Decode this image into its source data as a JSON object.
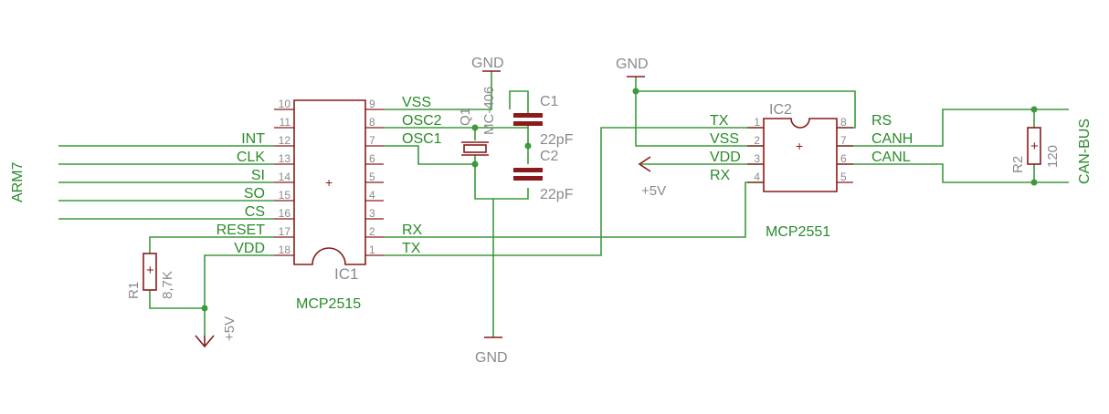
{
  "nets": {
    "arm7": "ARM7",
    "can_bus": "CAN-BUS",
    "plus5v_a": "+5V",
    "plus5v_b": "+5V",
    "gnd_top": "GND",
    "gnd_bottom": "GND",
    "gnd_ic2": "GND"
  },
  "ic1": {
    "name": "IC1",
    "value": "MCP2515",
    "left_pins": [
      {
        "num": "10",
        "label": ""
      },
      {
        "num": "11",
        "label": ""
      },
      {
        "num": "12",
        "label": "INT"
      },
      {
        "num": "13",
        "label": "CLK"
      },
      {
        "num": "14",
        "label": "SI"
      },
      {
        "num": "15",
        "label": "SO"
      },
      {
        "num": "16",
        "label": "CS"
      },
      {
        "num": "17",
        "label": "RESET"
      },
      {
        "num": "18",
        "label": "VDD"
      }
    ],
    "right_pins": [
      {
        "num": "9",
        "label": "VSS"
      },
      {
        "num": "8",
        "label": "OSC2"
      },
      {
        "num": "7",
        "label": "OSC1"
      },
      {
        "num": "6",
        "label": ""
      },
      {
        "num": "5",
        "label": ""
      },
      {
        "num": "4",
        "label": ""
      },
      {
        "num": "3",
        "label": ""
      },
      {
        "num": "2",
        "label": "RX"
      },
      {
        "num": "1",
        "label": "TX"
      }
    ]
  },
  "ic2": {
    "name": "IC2",
    "value": "MCP2551",
    "left_pins": [
      {
        "num": "1",
        "label": "TX"
      },
      {
        "num": "2",
        "label": "VSS"
      },
      {
        "num": "3",
        "label": "VDD"
      },
      {
        "num": "4",
        "label": "RX"
      }
    ],
    "right_pins": [
      {
        "num": "8",
        "label": "RS"
      },
      {
        "num": "7",
        "label": "CANH"
      },
      {
        "num": "6",
        "label": "CANL"
      },
      {
        "num": "5",
        "label": ""
      }
    ]
  },
  "q1": {
    "name": "Q1",
    "value": "MC-406"
  },
  "c1": {
    "name": "C1",
    "value": "22pF"
  },
  "c2": {
    "name": "C2",
    "value": "22pF"
  },
  "r1": {
    "name": "R1",
    "value": "8,7K"
  },
  "r2": {
    "name": "R2",
    "value": "120"
  }
}
